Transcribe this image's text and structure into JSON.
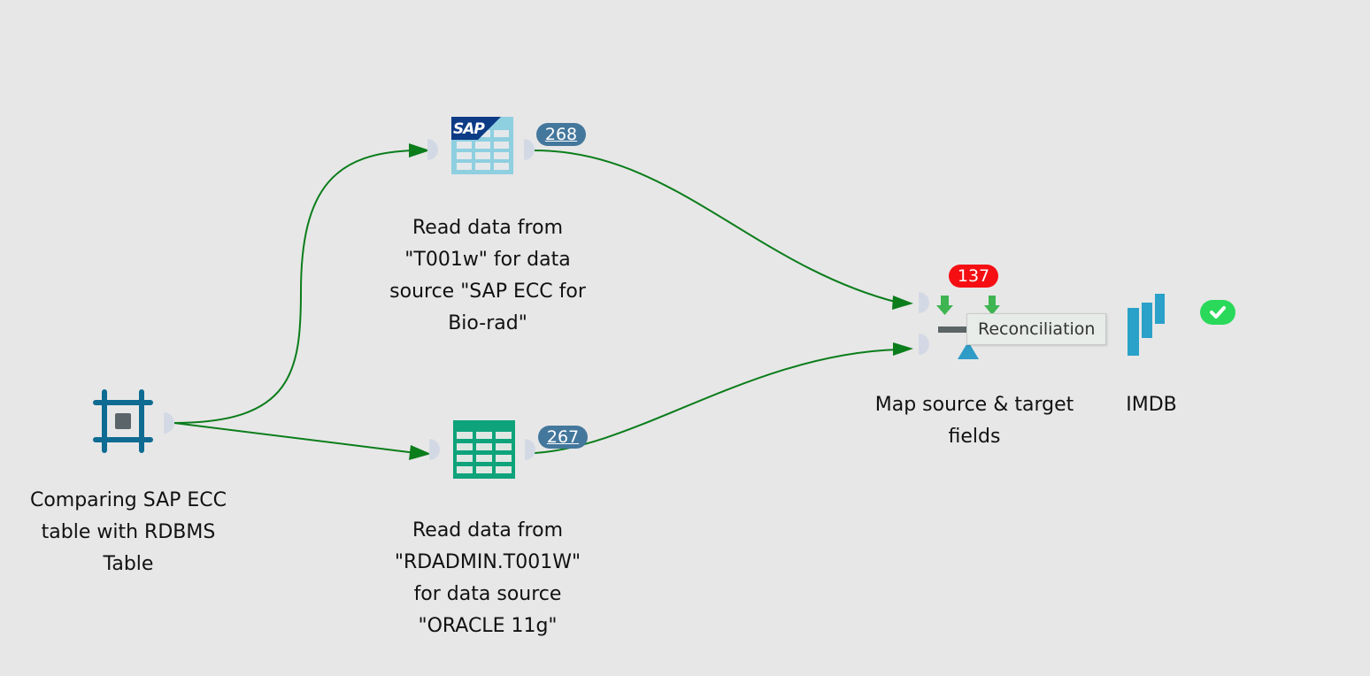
{
  "colors": {
    "edge": "#0b7d1b",
    "background": "#e7e7e7",
    "count_badge": "#44779c",
    "error_badge": "#f50f13",
    "success_badge": "#2ad95a"
  },
  "nodes": {
    "start": {
      "label_lines": [
        "Comparing SAP ECC",
        "table with RDBMS",
        "Table"
      ],
      "icon": "workflow-start-icon"
    },
    "sap_reader": {
      "label_lines": [
        "Read data from",
        "\"T001w\" for data",
        "source \"SAP ECC for",
        "Bio-rad\""
      ],
      "icon": "sap-table-icon",
      "row_count": "268"
    },
    "oracle_reader": {
      "label_lines": [
        "Read data from",
        "\"RDADMIN.T001W\"",
        "for data source",
        "\"ORACLE 11g\""
      ],
      "icon": "table-icon",
      "row_count": "267"
    },
    "mapper": {
      "label_lines": [
        "Map source & target",
        "fields"
      ],
      "icon": "reconciliation-icon",
      "error_count": "137",
      "tooltip": "Reconciliation"
    },
    "imdb": {
      "label_lines": [
        "IMDB"
      ],
      "icon": "imdb-icon",
      "status": "success"
    }
  },
  "edges": [
    {
      "from": "start",
      "to": "sap_reader"
    },
    {
      "from": "start",
      "to": "oracle_reader"
    },
    {
      "from": "sap_reader",
      "to": "mapper"
    },
    {
      "from": "oracle_reader",
      "to": "mapper"
    }
  ]
}
